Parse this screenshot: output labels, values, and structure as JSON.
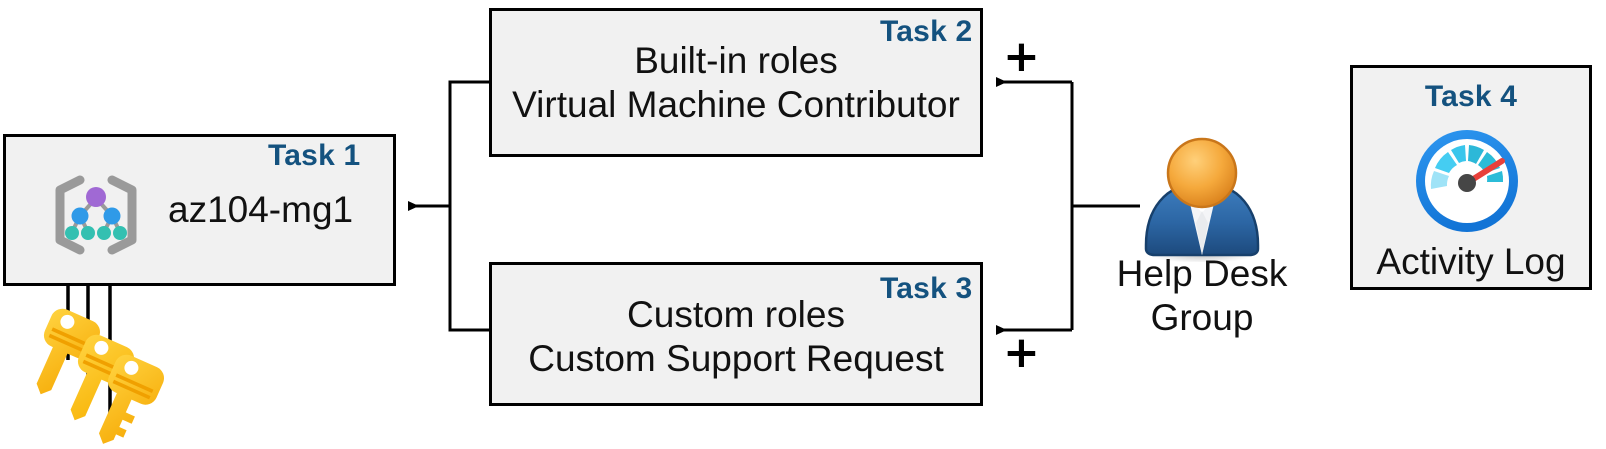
{
  "diagram": {
    "title": "Azure RBAC task diagram",
    "background": "#ffffff",
    "box_fill": "#f1f1f1",
    "box_border": "#000000",
    "task_label_color": "#14527f",
    "connector_color": "#000000"
  },
  "boxes": [
    {
      "id": "task1",
      "task_label": "Task 1",
      "lines": [
        "az104-mg1"
      ],
      "icon": "management-group-icon"
    },
    {
      "id": "task2",
      "task_label": "Task 2",
      "lines": [
        "Built-in roles",
        "Virtual Machine Contributor"
      ],
      "icon": null
    },
    {
      "id": "task3",
      "task_label": "Task 3",
      "lines": [
        "Custom roles",
        "Custom Support Request"
      ],
      "icon": null
    },
    {
      "id": "task4",
      "task_label": "Task 4",
      "lines": [
        "Activity Log"
      ],
      "icon": "activity-log-gauge-icon"
    }
  ],
  "actor": {
    "icon": "user-group-icon",
    "label_line1": "Help Desk",
    "label_line2": "Group",
    "head_color": "#f2a33c",
    "body_color": "#2c6aa8"
  },
  "keys": {
    "icon": "keys-icon",
    "count": 3,
    "color": "#ffc20e"
  },
  "operators": [
    {
      "id": "plus-task2",
      "symbol": "+"
    },
    {
      "id": "plus-task3",
      "symbol": "+"
    }
  ],
  "icon_palette": {
    "gauge_ring": "#1b84e7",
    "gauge_face": "#ffffff",
    "gauge_needle": "#e8403a",
    "gauge_hub": "#464646",
    "gauge_seg_1": "#9fe3f7",
    "gauge_seg_2": "#45cdf2",
    "gauge_seg_3": "#39c6ec",
    "gauge_seg_4": "#2cb8d8",
    "gauge_seg_5": "#2bbcd8",
    "mg_bracket": "#9a9a9a",
    "mg_root": "#a濃"
  },
  "management_group_icon": {
    "bracket_color": "#9a9a9a",
    "root_node_color": "#a069d4",
    "mid_node_color": "#2f9ae8",
    "leaf_node_color": "#33c0b1",
    "link_color": "#9a9a9a"
  }
}
